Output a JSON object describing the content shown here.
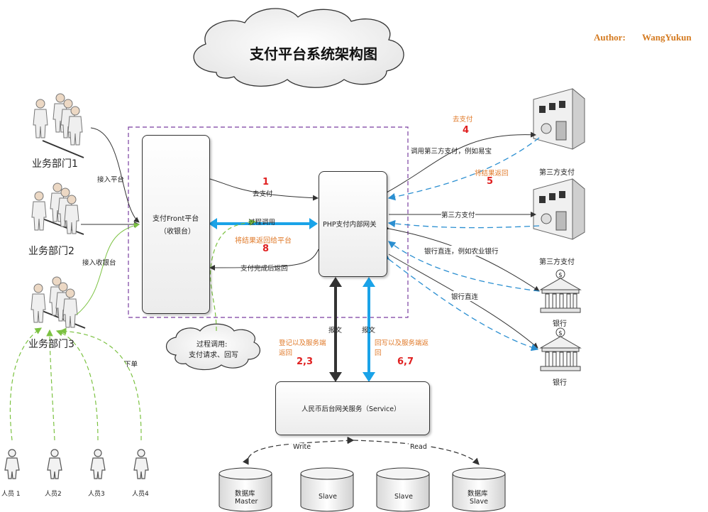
{
  "title": "支付平台系统架构图",
  "author": {
    "label": "Author:",
    "name": "WangYukun"
  },
  "departments": [
    "业务部门1",
    "业务部门2",
    "业务部门3"
  ],
  "staff": [
    "人员 1",
    "人员2",
    "人员3",
    "人员4"
  ],
  "front": {
    "line1": "支付Front平台",
    "line2": "（收银台）"
  },
  "gateway": {
    "label": "PHP支付内部网关"
  },
  "service": {
    "label": "人民币后台网关服务（Service）"
  },
  "databases": [
    {
      "line1": "数据库",
      "line2": "Master"
    },
    {
      "line1": "",
      "line2": "Slave"
    },
    {
      "line1": "",
      "line2": "Slave"
    },
    {
      "line1": "数据库",
      "line2": "Slave"
    }
  ],
  "cloud_note": {
    "line1": "过程调用:",
    "line2": "支付请求、回写"
  },
  "labels": {
    "access_platform": "接入平台",
    "access_cashier": "接入收银台",
    "place_order": "下单",
    "go_pay": "去支付",
    "process_call": "过程调用",
    "return_to_platform": "将结果返回给平台",
    "pay_done_return": "支付完成后返回",
    "call_third_party": "调用第三方支付，例如易宝",
    "third_party_pay": "第三方支付",
    "bank_direct_eg": "银行直连，例如农业银行",
    "bank_direct": "银行直连",
    "return_result": "将结果返回",
    "message": "报文",
    "register_return": "登记以及服务端返回",
    "writeback_return": "回写以及服务端返回",
    "write": "Write",
    "read": "Read"
  },
  "steps": {
    "s1": "1",
    "s4": "4",
    "s5": "5",
    "s8": "8",
    "s23": "2,3",
    "s67": "6,7"
  },
  "external": {
    "third_party_1": "第三方支付",
    "third_party_2": "第三方支付",
    "bank_1": "银行",
    "bank_2": "银行"
  },
  "colors": {
    "blue": "#1aa3e8",
    "dash_blue": "#2b8fd1",
    "green": "#7cc242",
    "purple": "#7a3fa0",
    "orange": "#e07a2a",
    "red": "#e02020"
  }
}
